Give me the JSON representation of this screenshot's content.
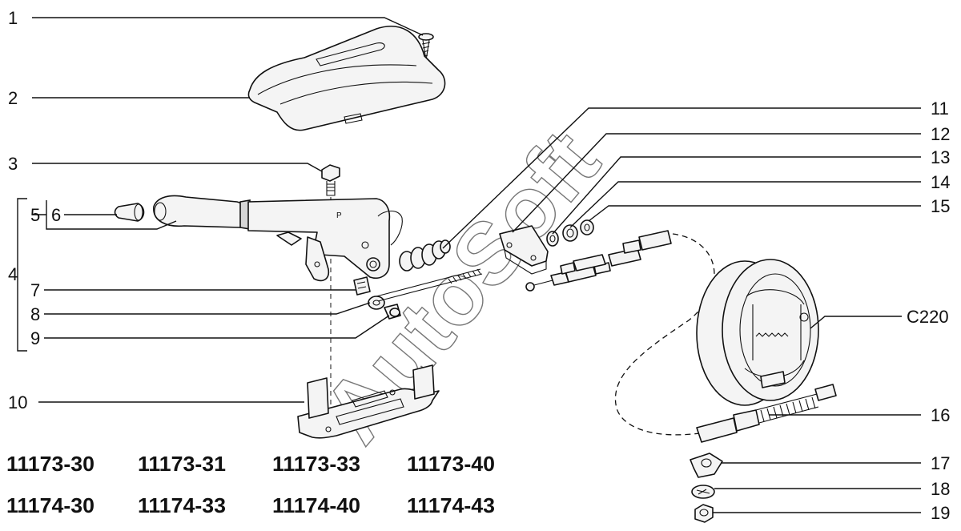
{
  "callouts": {
    "c1": "1",
    "c2": "2",
    "c3": "3",
    "c4": "4",
    "c5": "5",
    "c6": "6",
    "c7": "7",
    "c8": "8",
    "c9": "9",
    "c10": "10",
    "c11": "11",
    "c12": "12",
    "c13": "13",
    "c14": "14",
    "c15": "15",
    "c16": "16",
    "c17": "17",
    "c18": "18",
    "c19": "19",
    "c220": "C220"
  },
  "lever_mark": "P",
  "watermark": "AutoSoft",
  "models": {
    "row1": [
      "11173-30",
      "11173-31",
      "11173-33",
      "11173-40"
    ],
    "row2": [
      "11174-30",
      "11174-33",
      "11174-40",
      "11174-43"
    ]
  }
}
